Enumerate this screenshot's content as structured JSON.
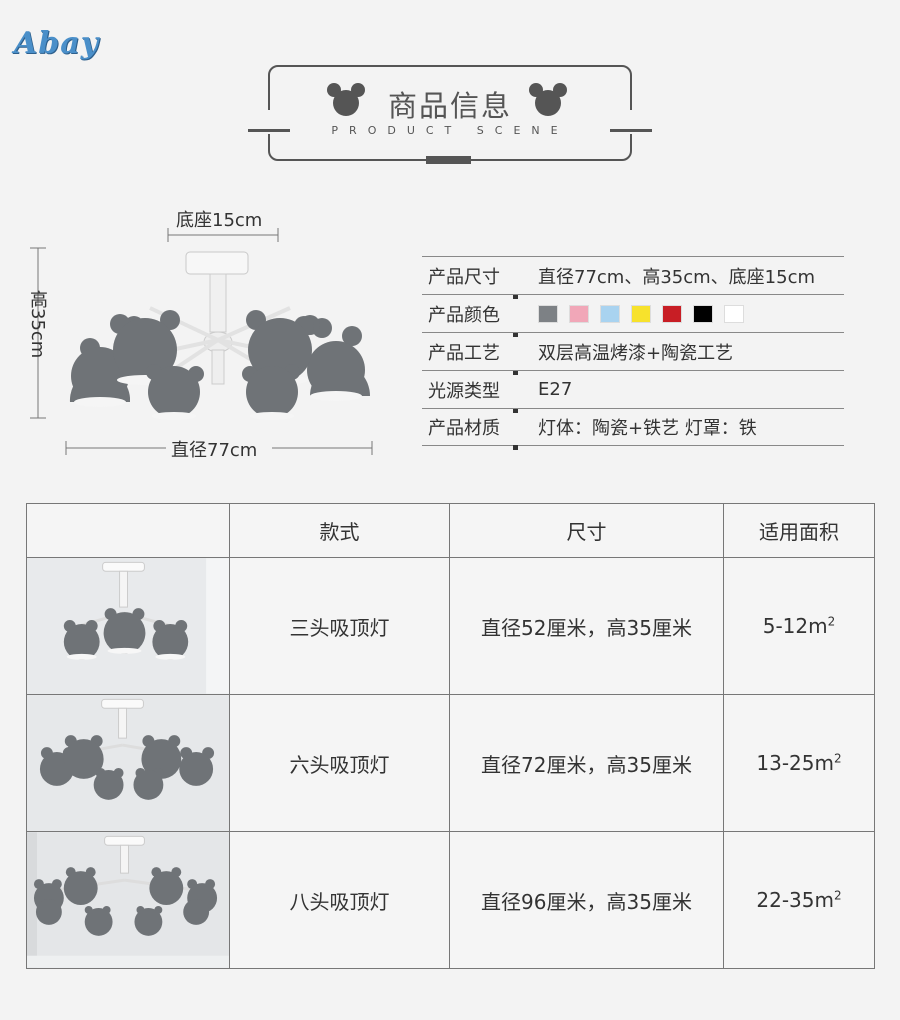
{
  "brand": "Abay",
  "header": {
    "title": "商品信息",
    "subtitle": "PRODUCT SCENE"
  },
  "diagram": {
    "base_label": "底座15cm",
    "diameter_label": "直径77cm",
    "height_label": "高35cm"
  },
  "specs": [
    {
      "key": "产品尺寸",
      "value": "直径77cm、高35cm、底座15cm"
    },
    {
      "key": "产品颜色",
      "value": ""
    },
    {
      "key": "产品工艺",
      "value": "双层高温烤漆+陶瓷工艺"
    },
    {
      "key": "光源类型",
      "value": "E27"
    },
    {
      "key": "产品材质",
      "value": "灯体：陶瓷+铁艺  灯罩：铁"
    }
  ],
  "colors": [
    "#7d8185",
    "#f1a7b8",
    "#a9d3f0",
    "#f7e22c",
    "#c81e25",
    "#000000",
    "#ffffff"
  ],
  "table": {
    "headers": [
      "",
      "款式",
      "尺寸",
      "适用面积"
    ],
    "rows": [
      {
        "style": "三头吸顶灯",
        "size": "直径52厘米，高35厘米",
        "area": "5-12m",
        "sup": "2"
      },
      {
        "style": "六头吸顶灯",
        "size": "直径72厘米，高35厘米",
        "area": "13-25m",
        "sup": "2"
      },
      {
        "style": "八头吸顶灯",
        "size": "直径96厘米，高35厘米",
        "area": "22-35m",
        "sup": "2"
      }
    ]
  }
}
